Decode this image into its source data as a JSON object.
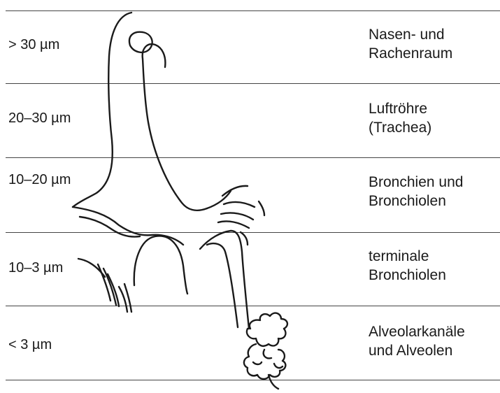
{
  "zones": [
    {
      "size": "> 30 µm",
      "region_line1": "Nasen- und",
      "region_line2": "Rachenraum"
    },
    {
      "size": "20–30 µm",
      "region_line1": "Luftröhre",
      "region_line2": "(Trachea)"
    },
    {
      "size": "10–20 µm",
      "region_line1": "Bronchien und",
      "region_line2": "Bronchiolen"
    },
    {
      "size": "10–3 µm",
      "region_line1": "terminale",
      "region_line2": "Bronchiolen"
    },
    {
      "size": "< 3 µm",
      "region_line1": "Alveolarkanäle",
      "region_line2": "und Alveolen"
    }
  ]
}
